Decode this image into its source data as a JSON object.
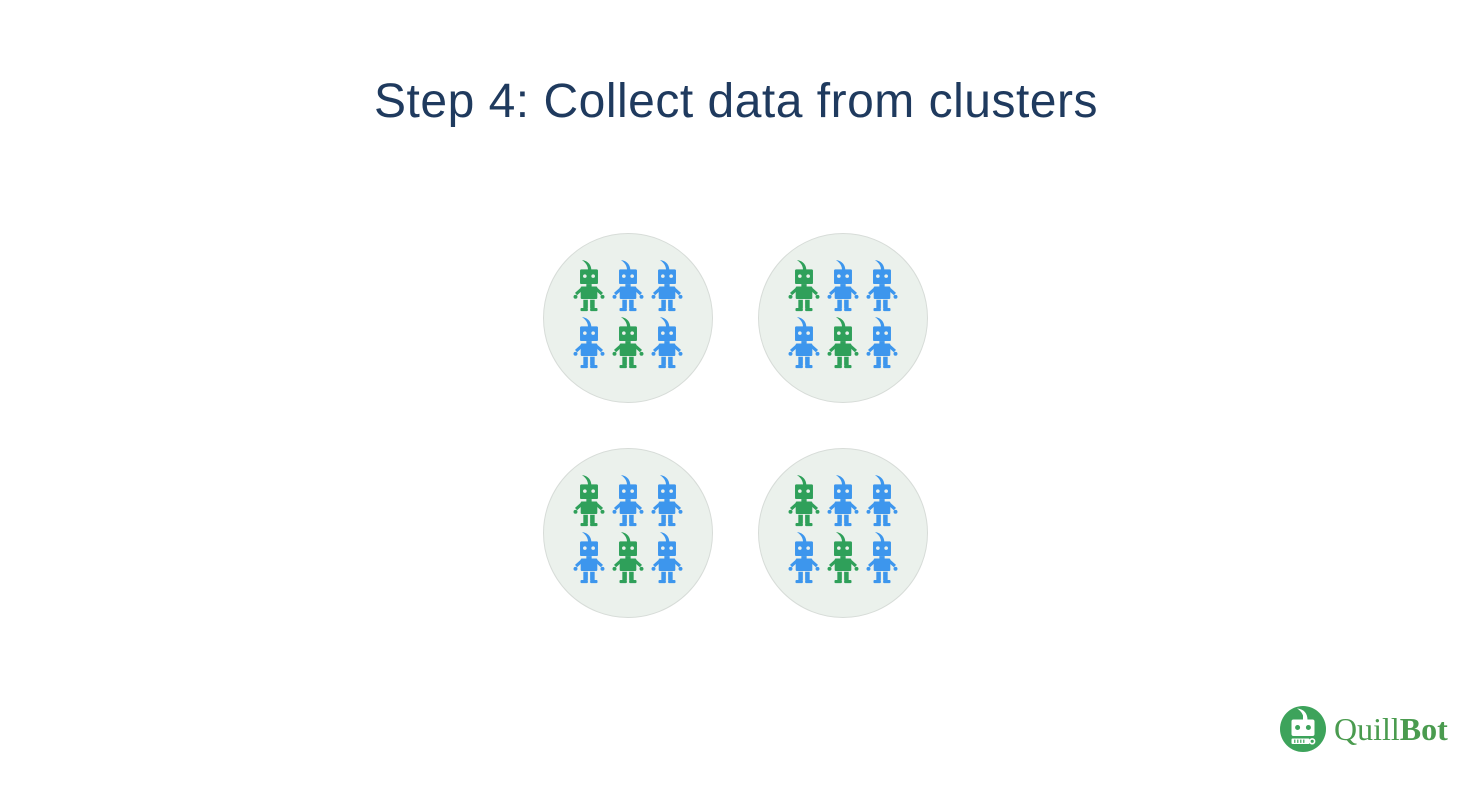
{
  "title": "Step 4: Collect data from clusters",
  "colors": {
    "green": "#2fa05a",
    "blue": "#3d96ed",
    "cluster_bg": "#ebf1ec",
    "cluster_border": "#d7dcd8",
    "title_text": "#1f3a5e",
    "logo_green": "#3da35b",
    "logo_text_green": "#4a9b4f"
  },
  "clusters": [
    {
      "name": "cluster-1",
      "robots": [
        "green",
        "blue",
        "blue",
        "blue",
        "green",
        "blue"
      ]
    },
    {
      "name": "cluster-2",
      "robots": [
        "green",
        "blue",
        "blue",
        "blue",
        "green",
        "blue"
      ]
    },
    {
      "name": "cluster-3",
      "robots": [
        "green",
        "blue",
        "blue",
        "blue",
        "green",
        "blue"
      ]
    },
    {
      "name": "cluster-4",
      "robots": [
        "green",
        "blue",
        "blue",
        "blue",
        "green",
        "blue"
      ]
    }
  ],
  "diagram": {
    "cluster_count": 4,
    "robots_per_cluster": 6,
    "rows_per_cluster": 2,
    "columns_per_cluster": 3
  },
  "logo": {
    "quill": "Quill",
    "bot": "Bot"
  },
  "icons": {
    "robot": "robot-icon",
    "logo_robot": "quillbot-robot-icon"
  }
}
